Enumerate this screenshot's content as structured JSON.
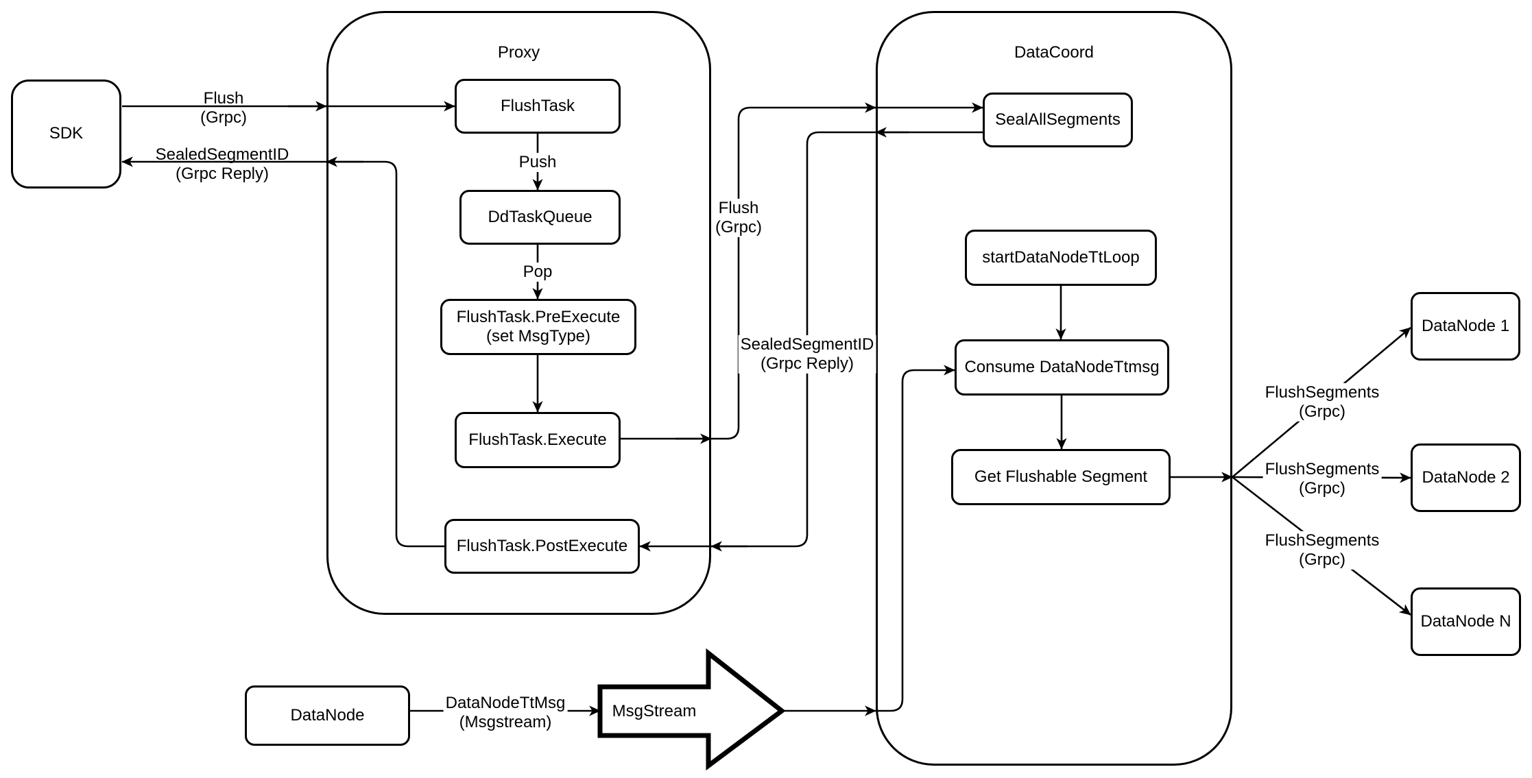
{
  "containers": {
    "proxy": {
      "title": "Proxy"
    },
    "datacoord": {
      "title": "DataCoord"
    }
  },
  "nodes": {
    "sdk": {
      "label": "SDK"
    },
    "flushTask": {
      "label": "FlushTask"
    },
    "ddTaskQueue": {
      "label": "DdTaskQueue"
    },
    "preExecute": {
      "line1": "FlushTask.PreExecute",
      "line2": "(set MsgType)"
    },
    "execute": {
      "label": "FlushTask.Execute"
    },
    "postExecute": {
      "label": "FlushTask.PostExecute"
    },
    "sealAllSegments": {
      "label": "SealAllSegments"
    },
    "startDataNodeTtLoop": {
      "label": "startDataNodeTtLoop"
    },
    "consumeDataNodeTtmsg": {
      "label": "Consume DataNodeTtmsg"
    },
    "getFlushableSegment": {
      "label": "Get Flushable Segment"
    },
    "dataNode1": {
      "label": "DataNode 1"
    },
    "dataNode2": {
      "label": "DataNode 2"
    },
    "dataNodeN": {
      "label": "DataNode N"
    },
    "dataNodeBottom": {
      "label": "DataNode"
    },
    "msgStream": {
      "label": "MsgStream"
    }
  },
  "edge_labels": {
    "flushSdkProxy": {
      "line1": "Flush",
      "line2": "(Grpc)"
    },
    "sealedToSdk": {
      "line1": "SealedSegmentID",
      "line2": "(Grpc Reply)"
    },
    "push": {
      "line1": "Push"
    },
    "pop": {
      "line1": "Pop"
    },
    "flushProxyDataCoord": {
      "line1": "Flush",
      "line2": "(Grpc)"
    },
    "sealedToProxy": {
      "line1": "SealedSegmentID",
      "line2": "(Grpc Reply)"
    },
    "flushSegments1": {
      "line1": "FlushSegments",
      "line2": "(Grpc)"
    },
    "flushSegments2": {
      "line1": "FlushSegments",
      "line2": "(Grpc)"
    },
    "flushSegments3": {
      "line1": "FlushSegments",
      "line2": "(Grpc)"
    },
    "dataNodeTtMsg": {
      "line1": "DataNodeTtMsg",
      "line2": "(Msgstream)"
    }
  },
  "colors": {
    "stroke": "#000000",
    "background": "#ffffff"
  }
}
